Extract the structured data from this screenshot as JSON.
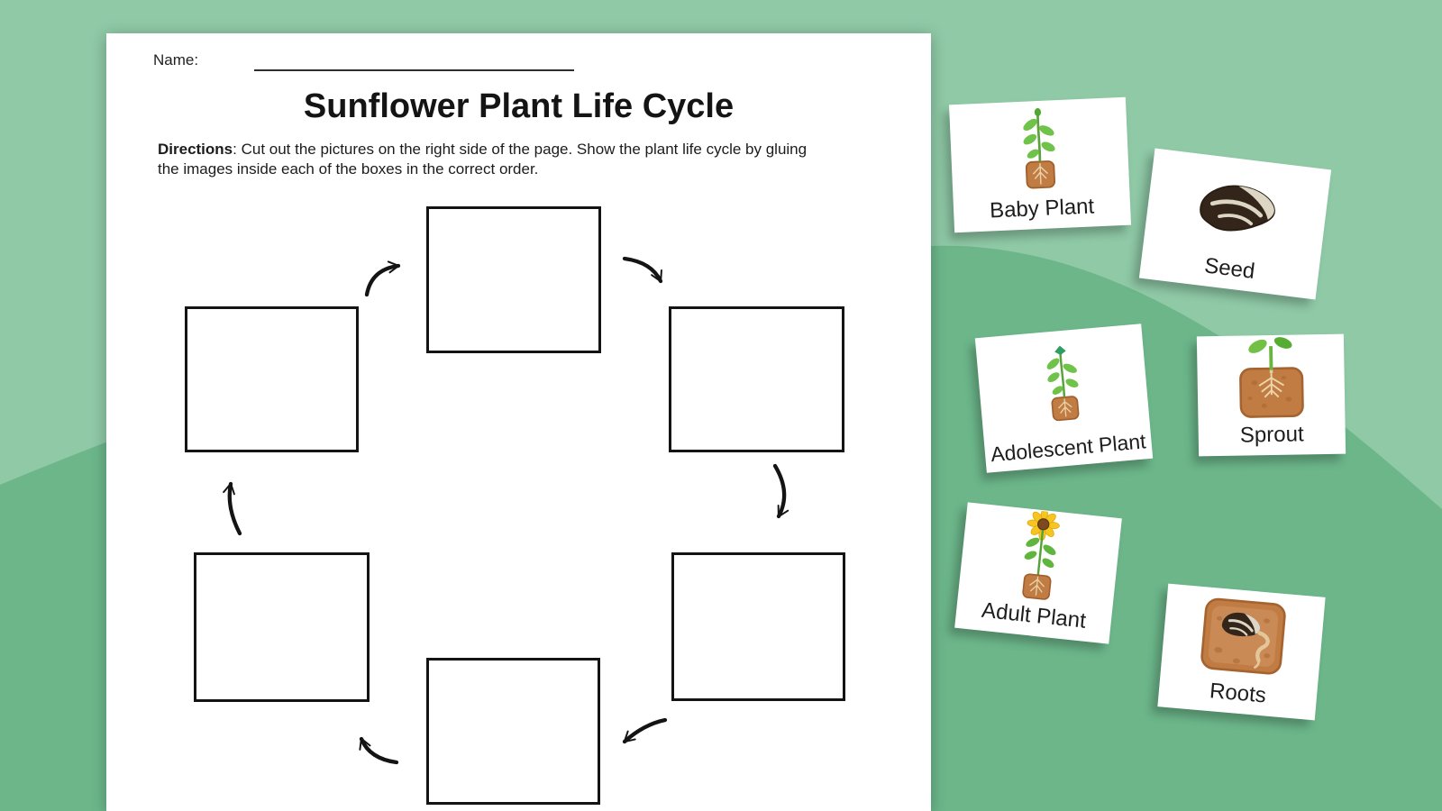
{
  "background": {
    "base_color": "#6cb68a",
    "swoosh_color": "#8fc9a6"
  },
  "worksheet": {
    "name_label": "Name:",
    "title": "Sunflower Plant Life Cycle",
    "directions_label": "Directions",
    "directions_text": ": Cut out the pictures on the right side of the page. Show the plant life cycle by gluing the images inside each of the boxes in the correct order.",
    "box_count": 6
  },
  "cards": [
    {
      "label": "Baby Plant",
      "icon": "baby-plant-icon"
    },
    {
      "label": "Seed",
      "icon": "seed-icon"
    },
    {
      "label": "Adolescent Plant",
      "icon": "adolescent-plant-icon"
    },
    {
      "label": "Sprout",
      "icon": "sprout-icon"
    },
    {
      "label": "Adult Plant",
      "icon": "adult-plant-icon"
    },
    {
      "label": "Roots",
      "icon": "roots-icon"
    }
  ]
}
